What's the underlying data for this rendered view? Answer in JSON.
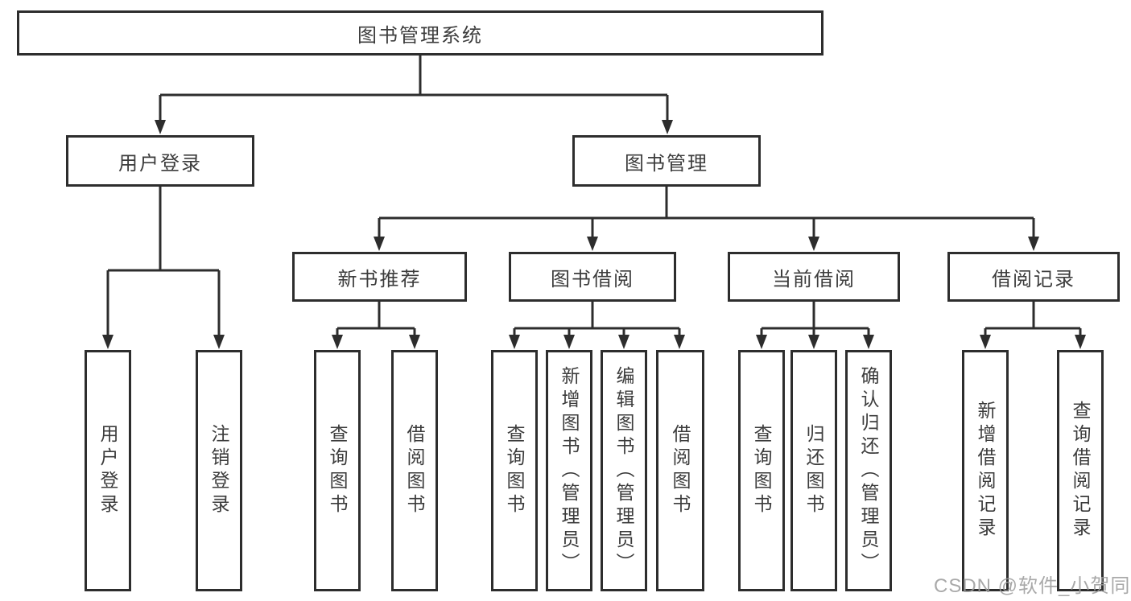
{
  "nodes": {
    "root": "图书管理系统",
    "user_login": "用户登录",
    "book_mgmt": "图书管理",
    "new_book_rec": "新书推荐",
    "book_borrow": "图书借阅",
    "current_borrow": "当前借阅",
    "borrow_records": "借阅记录",
    "leaf_user_login": "用户登录",
    "leaf_logout": "注销登录",
    "leaf_query_book_1": "查询图书",
    "leaf_borrow_book_1": "借阅图书",
    "leaf_query_book_2": "查询图书",
    "leaf_add_book": "新增图书（管理员）",
    "leaf_edit_book": "编辑图书（管理员）",
    "leaf_borrow_book_2": "借阅图书",
    "leaf_query_book_3": "查询图书",
    "leaf_return_book": "归还图书",
    "leaf_confirm_return": "确认归还（管理员）",
    "leaf_add_record": "新增借阅记录",
    "leaf_query_record": "查询借阅记录"
  },
  "watermark": "CSDN @软件_小贺同学",
  "colors": {
    "line": "#2d2d2d",
    "text": "#3c3c3c",
    "bg": "#ffffff",
    "watermark": "#9b9b9b"
  }
}
